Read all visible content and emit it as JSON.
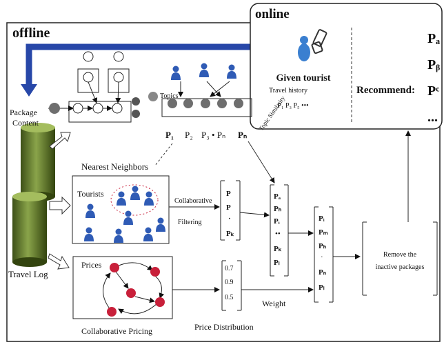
{
  "offline": {
    "title": "offline"
  },
  "online": {
    "title": "online",
    "given_tourist": "Given tourist",
    "travel_history": "Travel history",
    "history_items": "P₁ P₃ P₅ •••",
    "recommend": "Recommend:",
    "packages": [
      "Pₐ",
      "Pᵦ",
      "Pᶜ",
      "..."
    ]
  },
  "package_content": {
    "line1": "Package",
    "line2": "Content"
  },
  "topics_label": "Topics",
  "package_row": [
    "P₁",
    "P₂",
    "P₃ • Pₙ",
    "Pₙ"
  ],
  "topic_similarity": "Topic Similarity",
  "travel_log": "Travel Log",
  "nearest_neighbors": "Nearest Neighbors",
  "tourists": "Tourists",
  "cf": {
    "line1": "Collaborative",
    "line2": "Filtering"
  },
  "cf_list": [
    "P",
    "P",
    "·",
    "Pₖ"
  ],
  "mid_list": [
    "Pₐ",
    "Pₕ",
    "Pᵢ",
    "••",
    "Pₖ",
    "Pₗ"
  ],
  "right_list": [
    "Pᵢ",
    "Pₘ",
    "Pₕ",
    "·",
    "Pₙ",
    "Pₗ"
  ],
  "prices": "Prices",
  "collaborative_pricing": "Collaborative Pricing",
  "price_values": [
    "0.7",
    "0.9",
    "0.5"
  ],
  "price_distribution": "Price Distribution",
  "weight": "Weight",
  "remove": {
    "line1": "Remove the",
    "line2": "inactive packages"
  },
  "colors": {
    "arrow_blue": "#2747a8",
    "cylinder": "#5d7430",
    "node_red": "#c8203a",
    "node_gray": "#6e6e6e",
    "person_blue": "#2f5bb5"
  }
}
